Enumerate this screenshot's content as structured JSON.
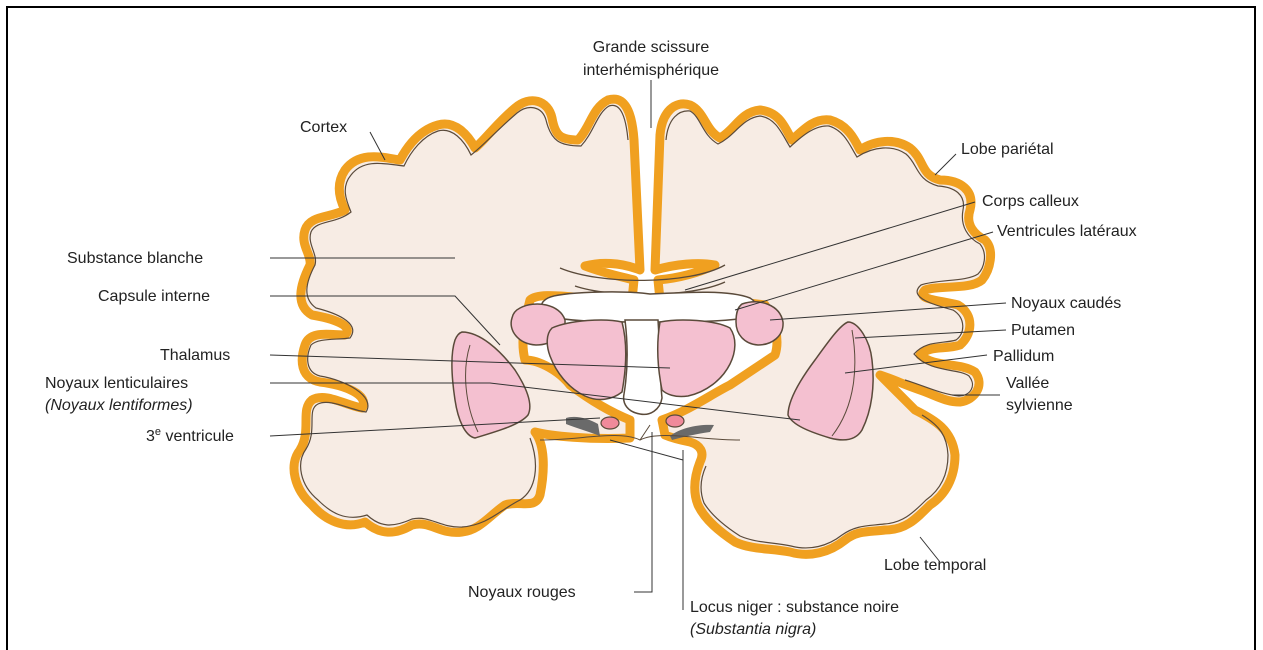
{
  "labels": {
    "fissure_1": "Grande scissure",
    "fissure_2": "interhémisphérique",
    "cortex": "Cortex",
    "lobe_parietal": "Lobe pariétal",
    "corps_calleux": "Corps calleux",
    "ventricules_lateraux": "Ventricules latéraux",
    "substance_blanche": "Substance blanche",
    "capsule_interne": "Capsule interne",
    "noyaux_caudes": "Noyaux caudés",
    "putamen": "Putamen",
    "thalamus": "Thalamus",
    "pallidum": "Pallidum",
    "noyaux_lenticulaires": "Noyaux lenticulaires",
    "noyaux_lentiformes": "(Noyaux lentiformes)",
    "vallee_1": "Vallée",
    "vallee_2": "sylvienne",
    "troisieme_num": "3",
    "troisieme_sup": "e",
    "troisieme_rest": " ventricule",
    "lobe_temporal": "Lobe temporal",
    "noyaux_rouges": "Noyaux rouges",
    "locus_niger": "Locus niger : substance noire",
    "substantia_nigra": "(Substantia nigra)"
  },
  "colors": {
    "cortex": "#f0a020",
    "white_matter": "#f7ece4",
    "outline": "#5a4a3a",
    "nuclei": "#f4c0d0",
    "red_nuclei": "#f08a9a",
    "substantia": "#6a6a6a",
    "leader_line": "#333333"
  }
}
